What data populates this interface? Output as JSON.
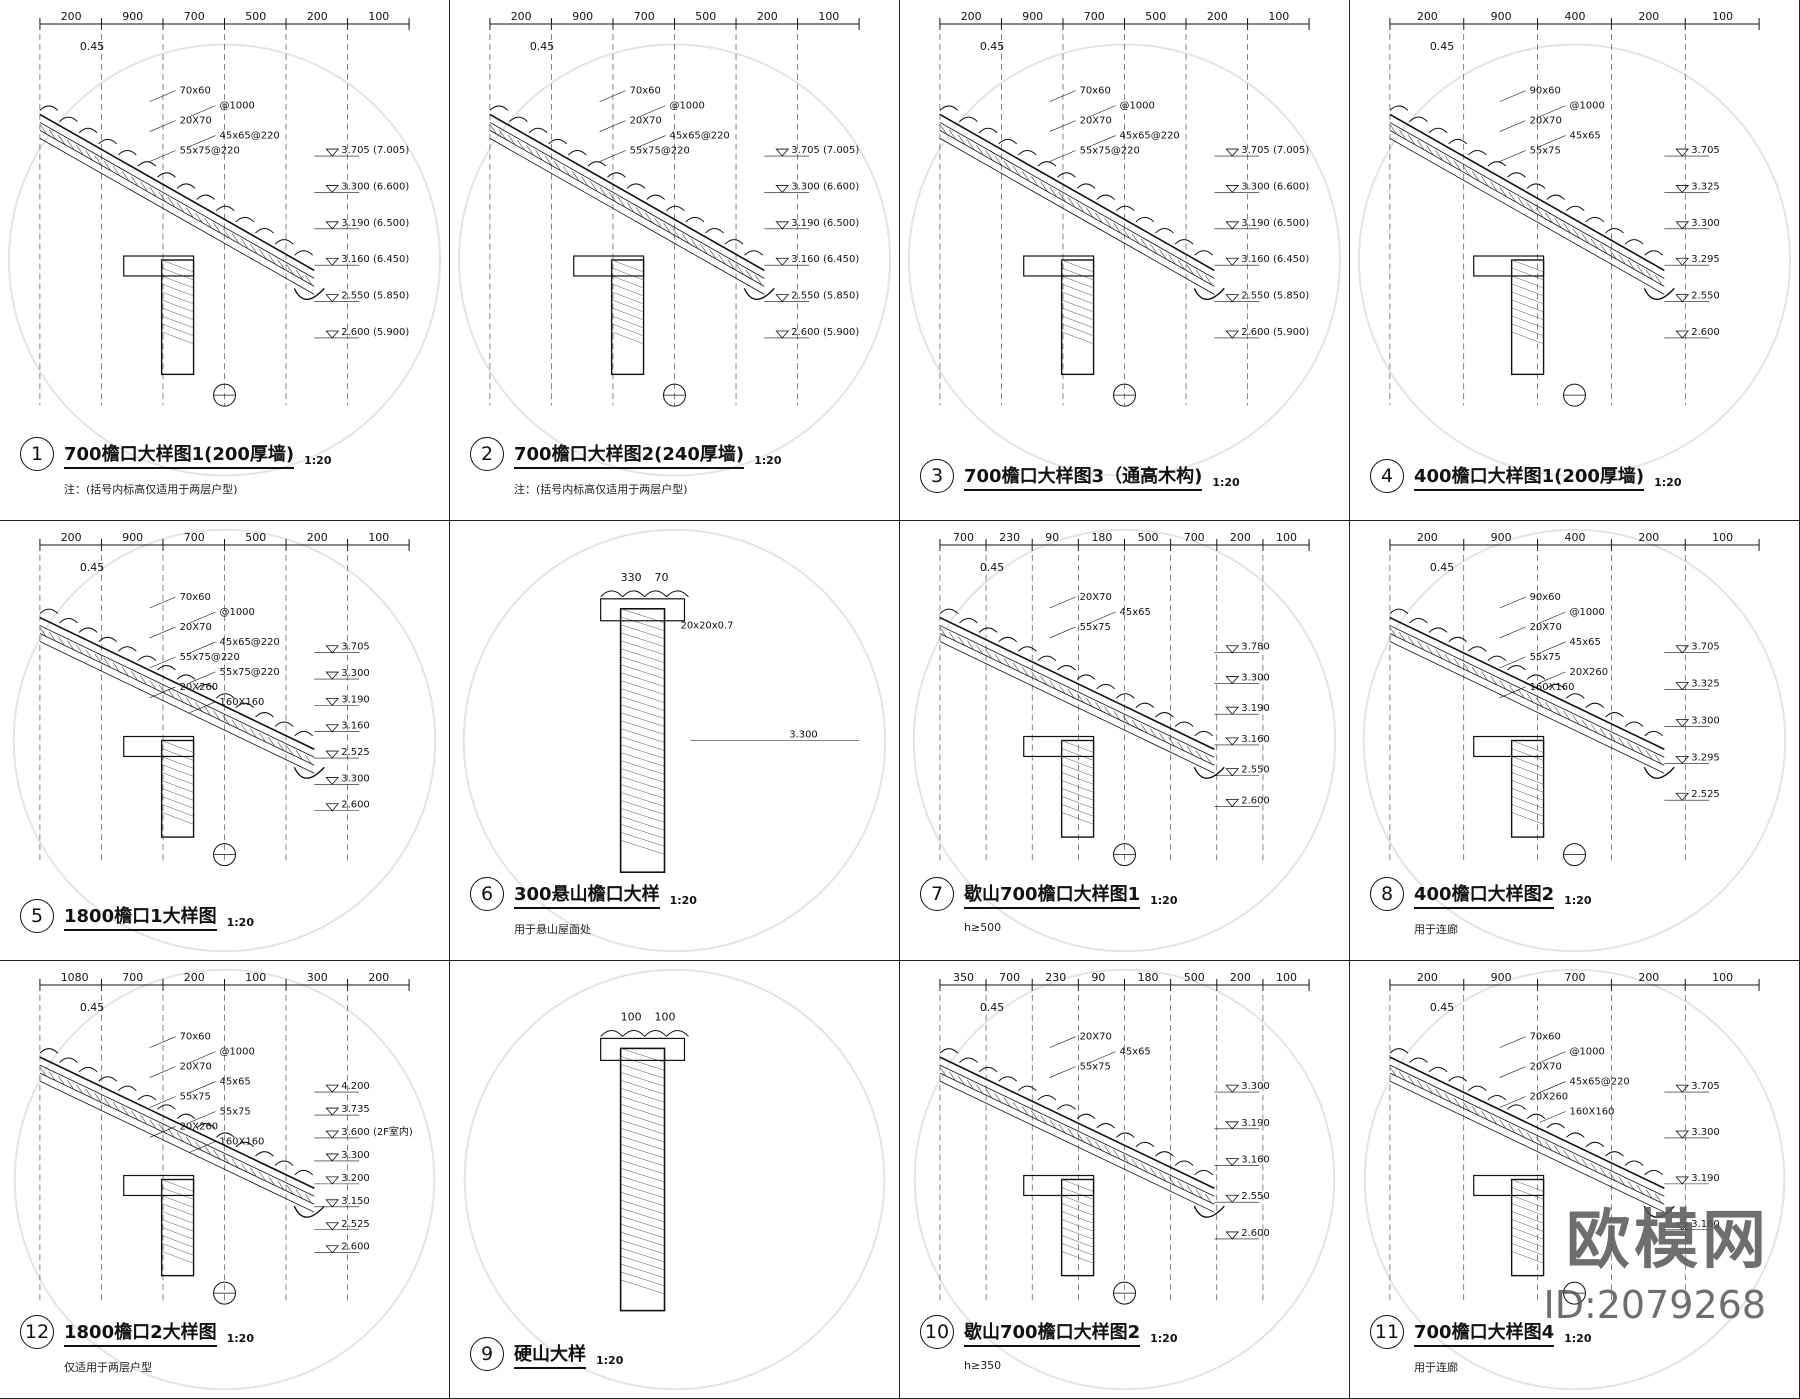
{
  "sheet": {
    "panels": [
      {
        "num": "1",
        "title": "700檐口大样图1(200厚墙)",
        "scale": "1:20",
        "note": "注：(括号内标高仅适用于两层户型)",
        "dims_top": [
          "200",
          "900",
          "700",
          "500",
          "200",
          "100"
        ],
        "slope": "0.45",
        "labels": [
          "70x60",
          "@1000",
          "20X70",
          "45x65@220",
          "55x75@220"
        ],
        "elevations": [
          "3.705 (7.005)",
          "3.300 (6.600)",
          "3.190 (6.500)",
          "3.160 (6.450)",
          "2.550 (5.850)",
          "2.600 (5.900)"
        ]
      },
      {
        "num": "2",
        "title": "700檐口大样图2(240厚墙)",
        "scale": "1:20",
        "note": "注：(括号内标高仅适用于两层户型)",
        "dims_top": [
          "200",
          "900",
          "700",
          "500",
          "200",
          "100"
        ],
        "slope": "0.45",
        "labels": [
          "70x60",
          "@1000",
          "20X70",
          "45x65@220",
          "55x75@220"
        ],
        "elevations": [
          "3.705 (7.005)",
          "3.300 (6.600)",
          "3.190 (6.500)",
          "3.160 (6.450)",
          "2.550 (5.850)",
          "2.600 (5.900)"
        ]
      },
      {
        "num": "3",
        "title": "700檐口大样图3（通高木构)",
        "scale": "1:20",
        "note": "",
        "dims_top": [
          "200",
          "900",
          "700",
          "500",
          "200",
          "100"
        ],
        "slope": "0.45",
        "labels": [
          "70x60",
          "@1000",
          "20X70",
          "45x65@220",
          "55x75@220"
        ],
        "elevations": [
          "3.705 (7.005)",
          "3.300 (6.600)",
          "3.190 (6.500)",
          "3.160 (6.450)",
          "2.550 (5.850)",
          "2.600 (5.900)"
        ]
      },
      {
        "num": "4",
        "title": "400檐口大样图1(200厚墙)",
        "scale": "1:20",
        "note": "",
        "dims_top": [
          "200",
          "900",
          "400",
          "200",
          "100"
        ],
        "slope": "0.45",
        "labels": [
          "90x60",
          "@1000",
          "20X70",
          "45x65",
          "55x75"
        ],
        "elevations": [
          "3.705",
          "3.325",
          "3.300",
          "3.295",
          "2.550",
          "2.600"
        ]
      },
      {
        "num": "5",
        "title": "1800檐口1大样图",
        "scale": "1:20",
        "note": "",
        "dims_top": [
          "200",
          "900",
          "700",
          "500",
          "200",
          "100"
        ],
        "slope": "0.45",
        "labels": [
          "70x60",
          "@1000",
          "20X70",
          "45x65@220",
          "55x75@220",
          "55x75@220",
          "20X260",
          "160X160"
        ],
        "elevations": [
          "3.705",
          "3.300",
          "3.190",
          "3.160",
          "2.525",
          "3.300",
          "2.600"
        ]
      },
      {
        "num": "6",
        "title": "300悬山檐口大样",
        "scale": "1:20",
        "note": "用于悬山屋面处",
        "dims_top": [
          "330",
          "70"
        ],
        "slope": "",
        "labels": [
          "20x20x0.7"
        ],
        "elevations": [
          "3.300"
        ]
      },
      {
        "num": "7",
        "title": "歇山700檐口大样图1",
        "scale": "1:20",
        "note": "h≥500",
        "dims_top": [
          "700",
          "230",
          "90",
          "180",
          "500",
          "700",
          "200",
          "100"
        ],
        "slope": "0.45",
        "labels": [
          "20X70",
          "45x65",
          "55x75"
        ],
        "elevations": [
          "3.780",
          "3.300",
          "3.190",
          "3.160",
          "2.550",
          "2.600"
        ]
      },
      {
        "num": "8",
        "title": "400檐口大样图2",
        "scale": "1:20",
        "note": "用于连廊",
        "dims_top": [
          "200",
          "900",
          "400",
          "200",
          "100"
        ],
        "slope": "0.45",
        "labels": [
          "90x60",
          "@1000",
          "20X70",
          "45x65",
          "55x75",
          "20X260",
          "160X160"
        ],
        "elevations": [
          "3.705",
          "3.325",
          "3.300",
          "3.295",
          "2.525"
        ]
      },
      {
        "num": "12",
        "title": "1800檐口2大样图",
        "scale": "1:20",
        "note": "仅适用于两层户型",
        "dims_top": [
          "1080",
          "700",
          "200",
          "100",
          "300",
          "200"
        ],
        "slope": "0.45",
        "labels": [
          "70x60",
          "@1000",
          "20X70",
          "45x65",
          "55x75",
          "55x75",
          "20X260",
          "160X160"
        ],
        "elevations": [
          "4.200",
          "3.735",
          "3.600 (2F室内)",
          "3.300",
          "3.200",
          "3.150",
          "2.525",
          "2.600"
        ]
      },
      {
        "num": "9",
        "title": "硬山大样",
        "scale": "1:20",
        "note": "",
        "dims_top": [
          "100",
          "100"
        ],
        "slope": "",
        "labels": [],
        "elevations": []
      },
      {
        "num": "10",
        "title": "歇山700檐口大样图2",
        "scale": "1:20",
        "note": "h≥350",
        "dims_top": [
          "350",
          "700",
          "230",
          "90",
          "180",
          "500",
          "200",
          "100"
        ],
        "slope": "0.45",
        "labels": [
          "20X70",
          "45x65",
          "55x75"
        ],
        "elevations": [
          "3.300",
          "3.190",
          "3.160",
          "2.550",
          "2.600"
        ]
      },
      {
        "num": "11",
        "title": "700檐口大样图4",
        "scale": "1:20",
        "note": "用于连廊",
        "dims_top": [
          "200",
          "900",
          "700",
          "200",
          "100"
        ],
        "slope": "0.45",
        "labels": [
          "70x60",
          "@1000",
          "20X70",
          "45x65@220",
          "20X260",
          "160X160"
        ],
        "elevations": [
          "3.705",
          "3.300",
          "3.190",
          "3.160"
        ]
      }
    ]
  },
  "watermark": {
    "brand": "欧模网",
    "id": "ID:2079268"
  }
}
